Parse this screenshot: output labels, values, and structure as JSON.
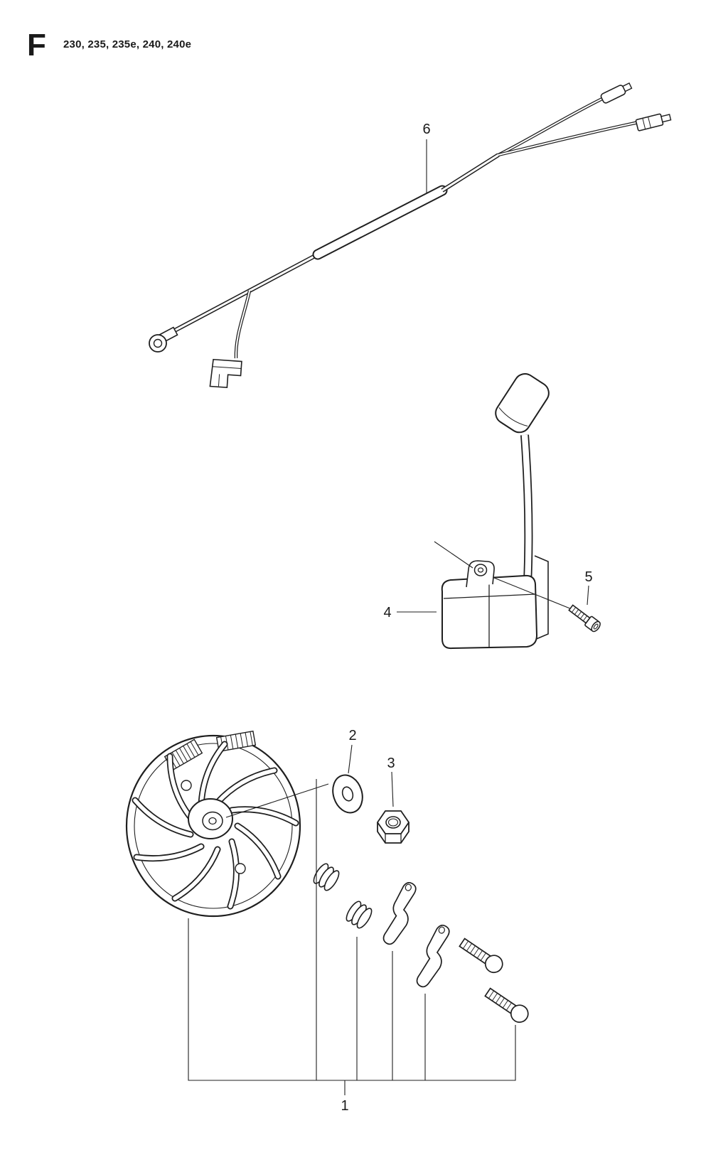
{
  "header": {
    "section_letter": "F",
    "models": "230, 235, 235e, 240, 240e"
  },
  "callouts": [
    {
      "number": "1",
      "part": "flywheel-assembly"
    },
    {
      "number": "2",
      "part": "washer"
    },
    {
      "number": "3",
      "part": "flywheel-nut"
    },
    {
      "number": "4",
      "part": "ignition-module"
    },
    {
      "number": "5",
      "part": "mounting-screw"
    },
    {
      "number": "6",
      "part": "ignition-wiring-harness"
    }
  ],
  "colors": {
    "line": "#1f1f1f",
    "background": "#ffffff"
  }
}
